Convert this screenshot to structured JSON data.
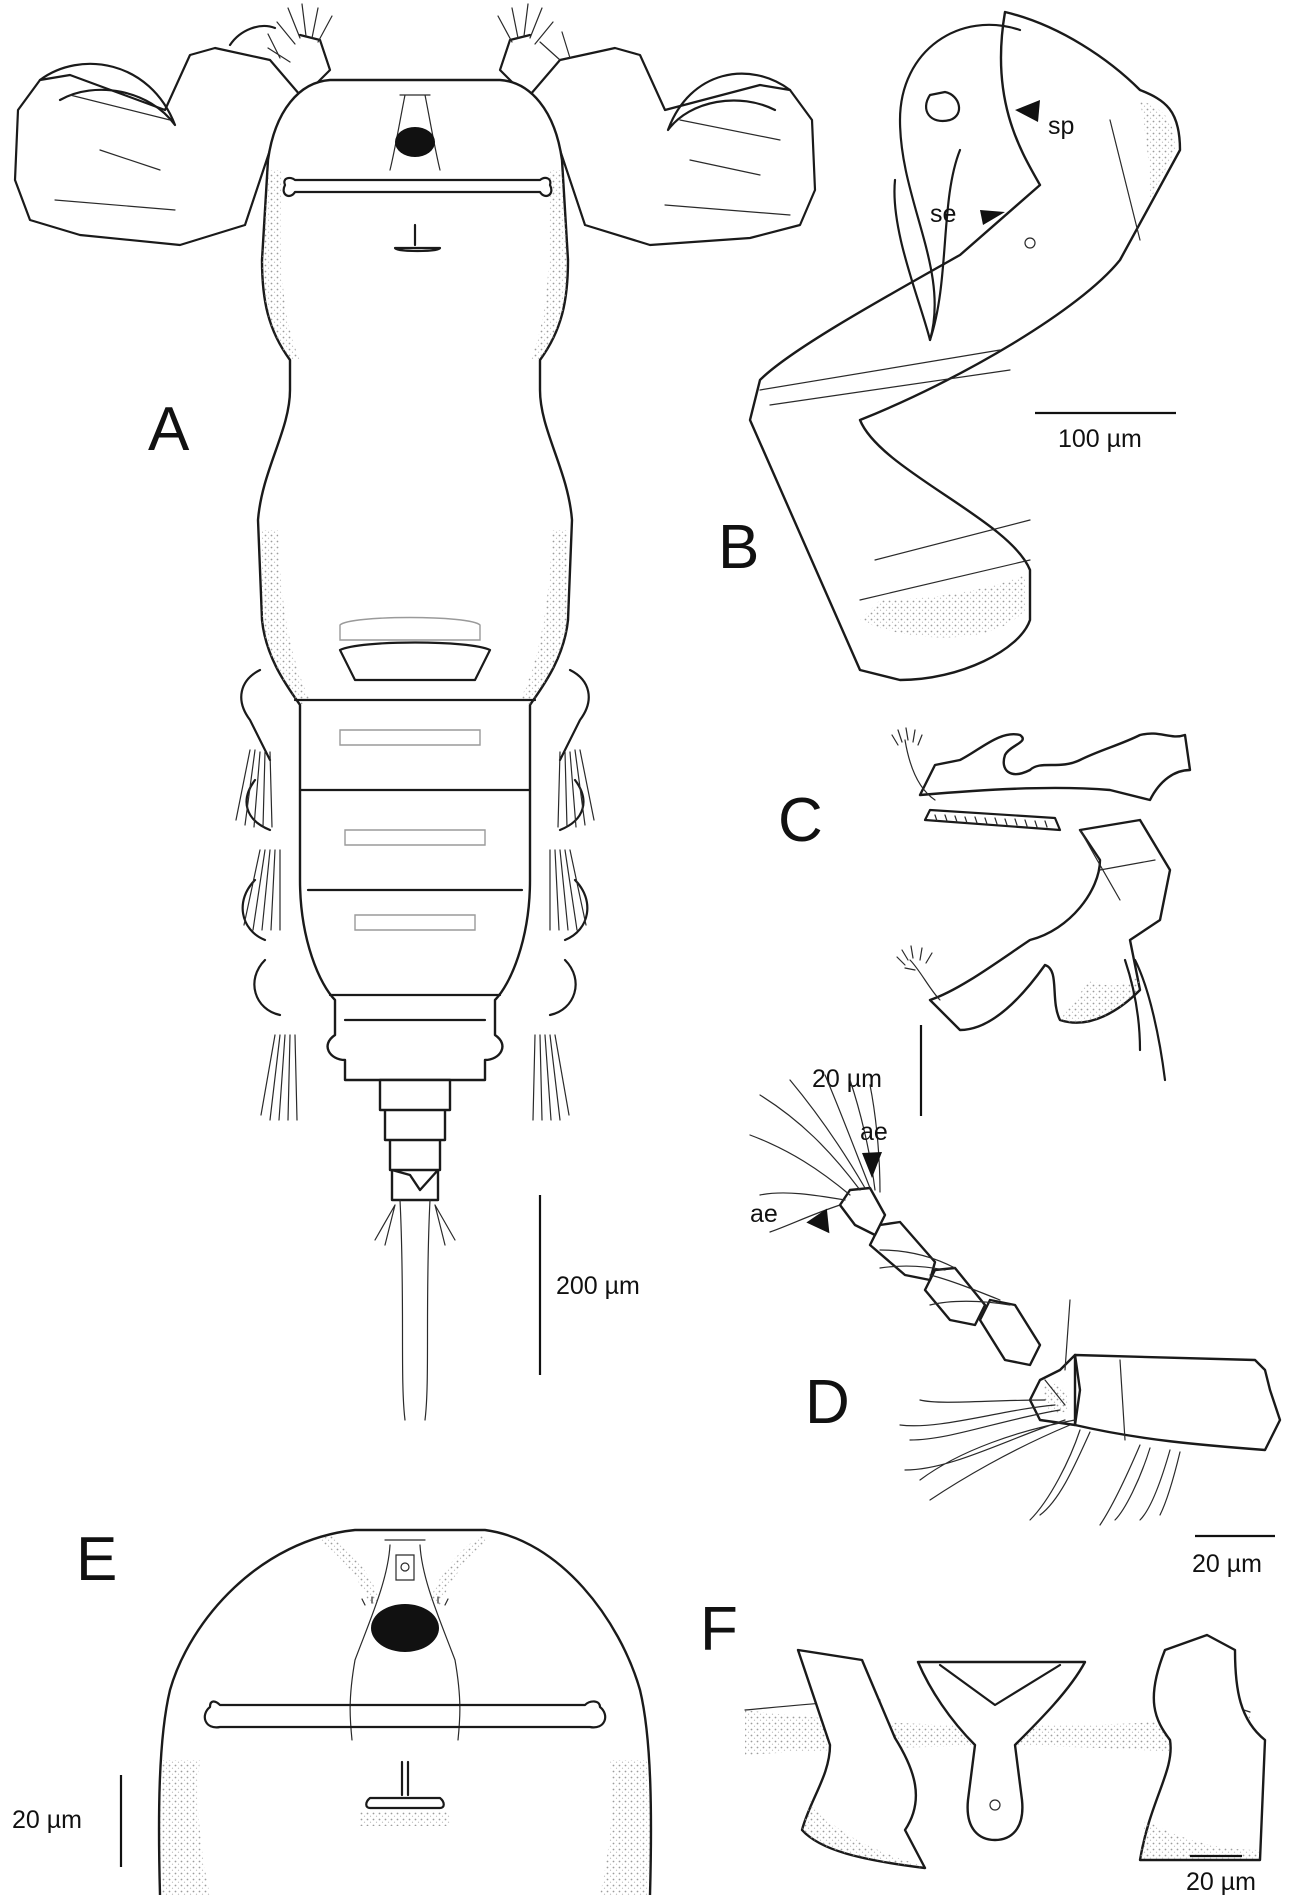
{
  "panels": {
    "A": {
      "letter": "A",
      "scale_bar": "200 µm"
    },
    "B": {
      "letter": "B",
      "scale_bar": "100 µm",
      "pointers": {
        "sp": "sp",
        "se": "se"
      }
    },
    "C": {
      "letter": "C",
      "scale_bar": "20 µm"
    },
    "D": {
      "letter": "D",
      "scale_bar": "20 µm",
      "pointers": {
        "ae_upper": "ae",
        "ae_lower": "ae"
      }
    },
    "E": {
      "letter": "E",
      "scale_bar": "20 µm"
    },
    "F": {
      "letter": "F",
      "scale_bar": "20 µm"
    }
  },
  "colors": {
    "ink": "#1a1a1a",
    "background": "#ffffff",
    "stipple": "#8c8c8c"
  }
}
